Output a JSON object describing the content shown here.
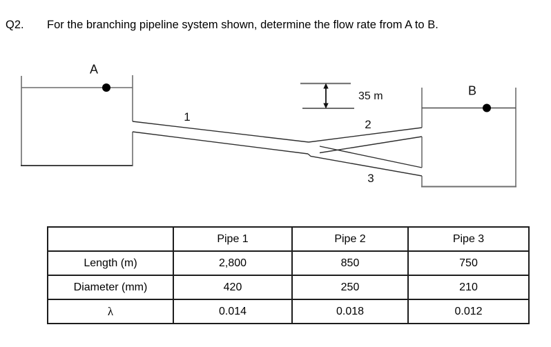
{
  "question": {
    "number": "Q2.",
    "text": "For the branching pipeline system shown, determine the flow rate from A to B."
  },
  "diagram": {
    "labels": {
      "reservoir_a": "A",
      "reservoir_b": "B",
      "pipe1": "1",
      "pipe2": "2",
      "pipe3": "3",
      "head_difference": "35 m"
    },
    "line_color": "#2e2e2e",
    "reservoir_line_color": "#595959"
  },
  "table": {
    "columns": [
      "",
      "Pipe 1",
      "Pipe 2",
      "Pipe 3"
    ],
    "rows": [
      {
        "label": "Length (m)",
        "values": [
          "2,800",
          "850",
          "750"
        ]
      },
      {
        "label": "Diameter (mm)",
        "values": [
          "420",
          "250",
          "210"
        ]
      },
      {
        "label": "λ",
        "values": [
          "0.014",
          "0.018",
          "0.012"
        ]
      }
    ]
  }
}
